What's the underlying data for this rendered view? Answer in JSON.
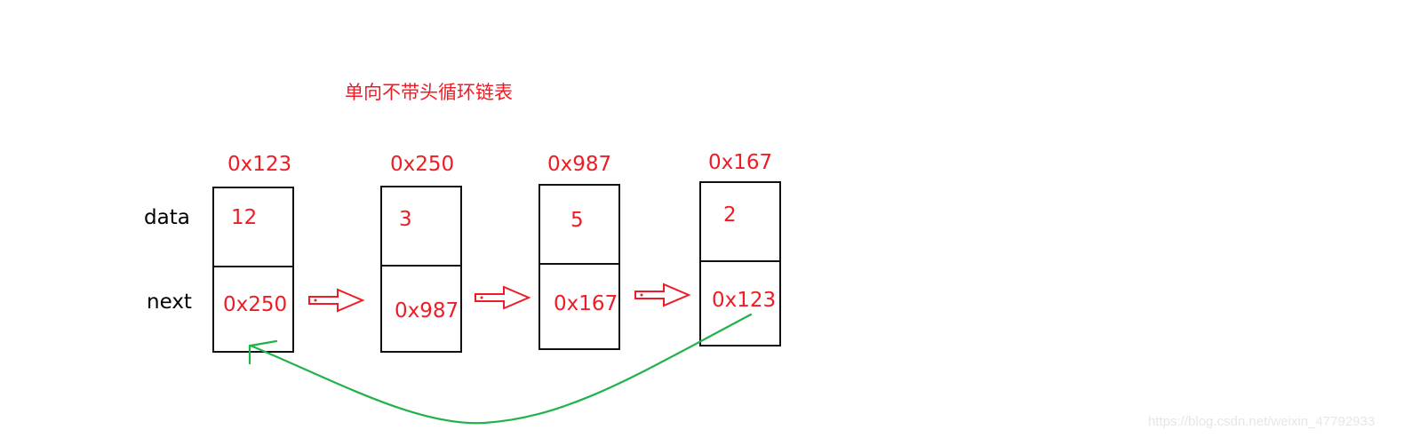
{
  "diagram": {
    "title": "单向不带头循环链表",
    "row_labels": {
      "data": "data",
      "next": "next"
    },
    "nodes": [
      {
        "address": "0x123",
        "data": "12",
        "next": "0x250"
      },
      {
        "address": "0x250",
        "data": "3",
        "next": "0x987"
      },
      {
        "address": "0x987",
        "data": "5",
        "next": "0x167"
      },
      {
        "address": "0x167",
        "data": "2",
        "next": "0x123"
      }
    ],
    "arrows": [
      {
        "from": "0x123",
        "to": "0x250",
        "style": "hollow-block-arrow",
        "color": "#ee1c25"
      },
      {
        "from": "0x250",
        "to": "0x987",
        "style": "hollow-block-arrow",
        "color": "#ee1c25"
      },
      {
        "from": "0x987",
        "to": "0x167",
        "style": "hollow-block-arrow",
        "color": "#ee1c25"
      },
      {
        "from": "0x167",
        "to": "0x123",
        "style": "curved-return-arrow",
        "color": "#22b24c"
      }
    ],
    "colors": {
      "text_accent": "#ee1c25",
      "box_border": "#111111",
      "loop_arrow": "#22b24c"
    },
    "watermark": "https://blog.csdn.net/weixin_47792933"
  }
}
